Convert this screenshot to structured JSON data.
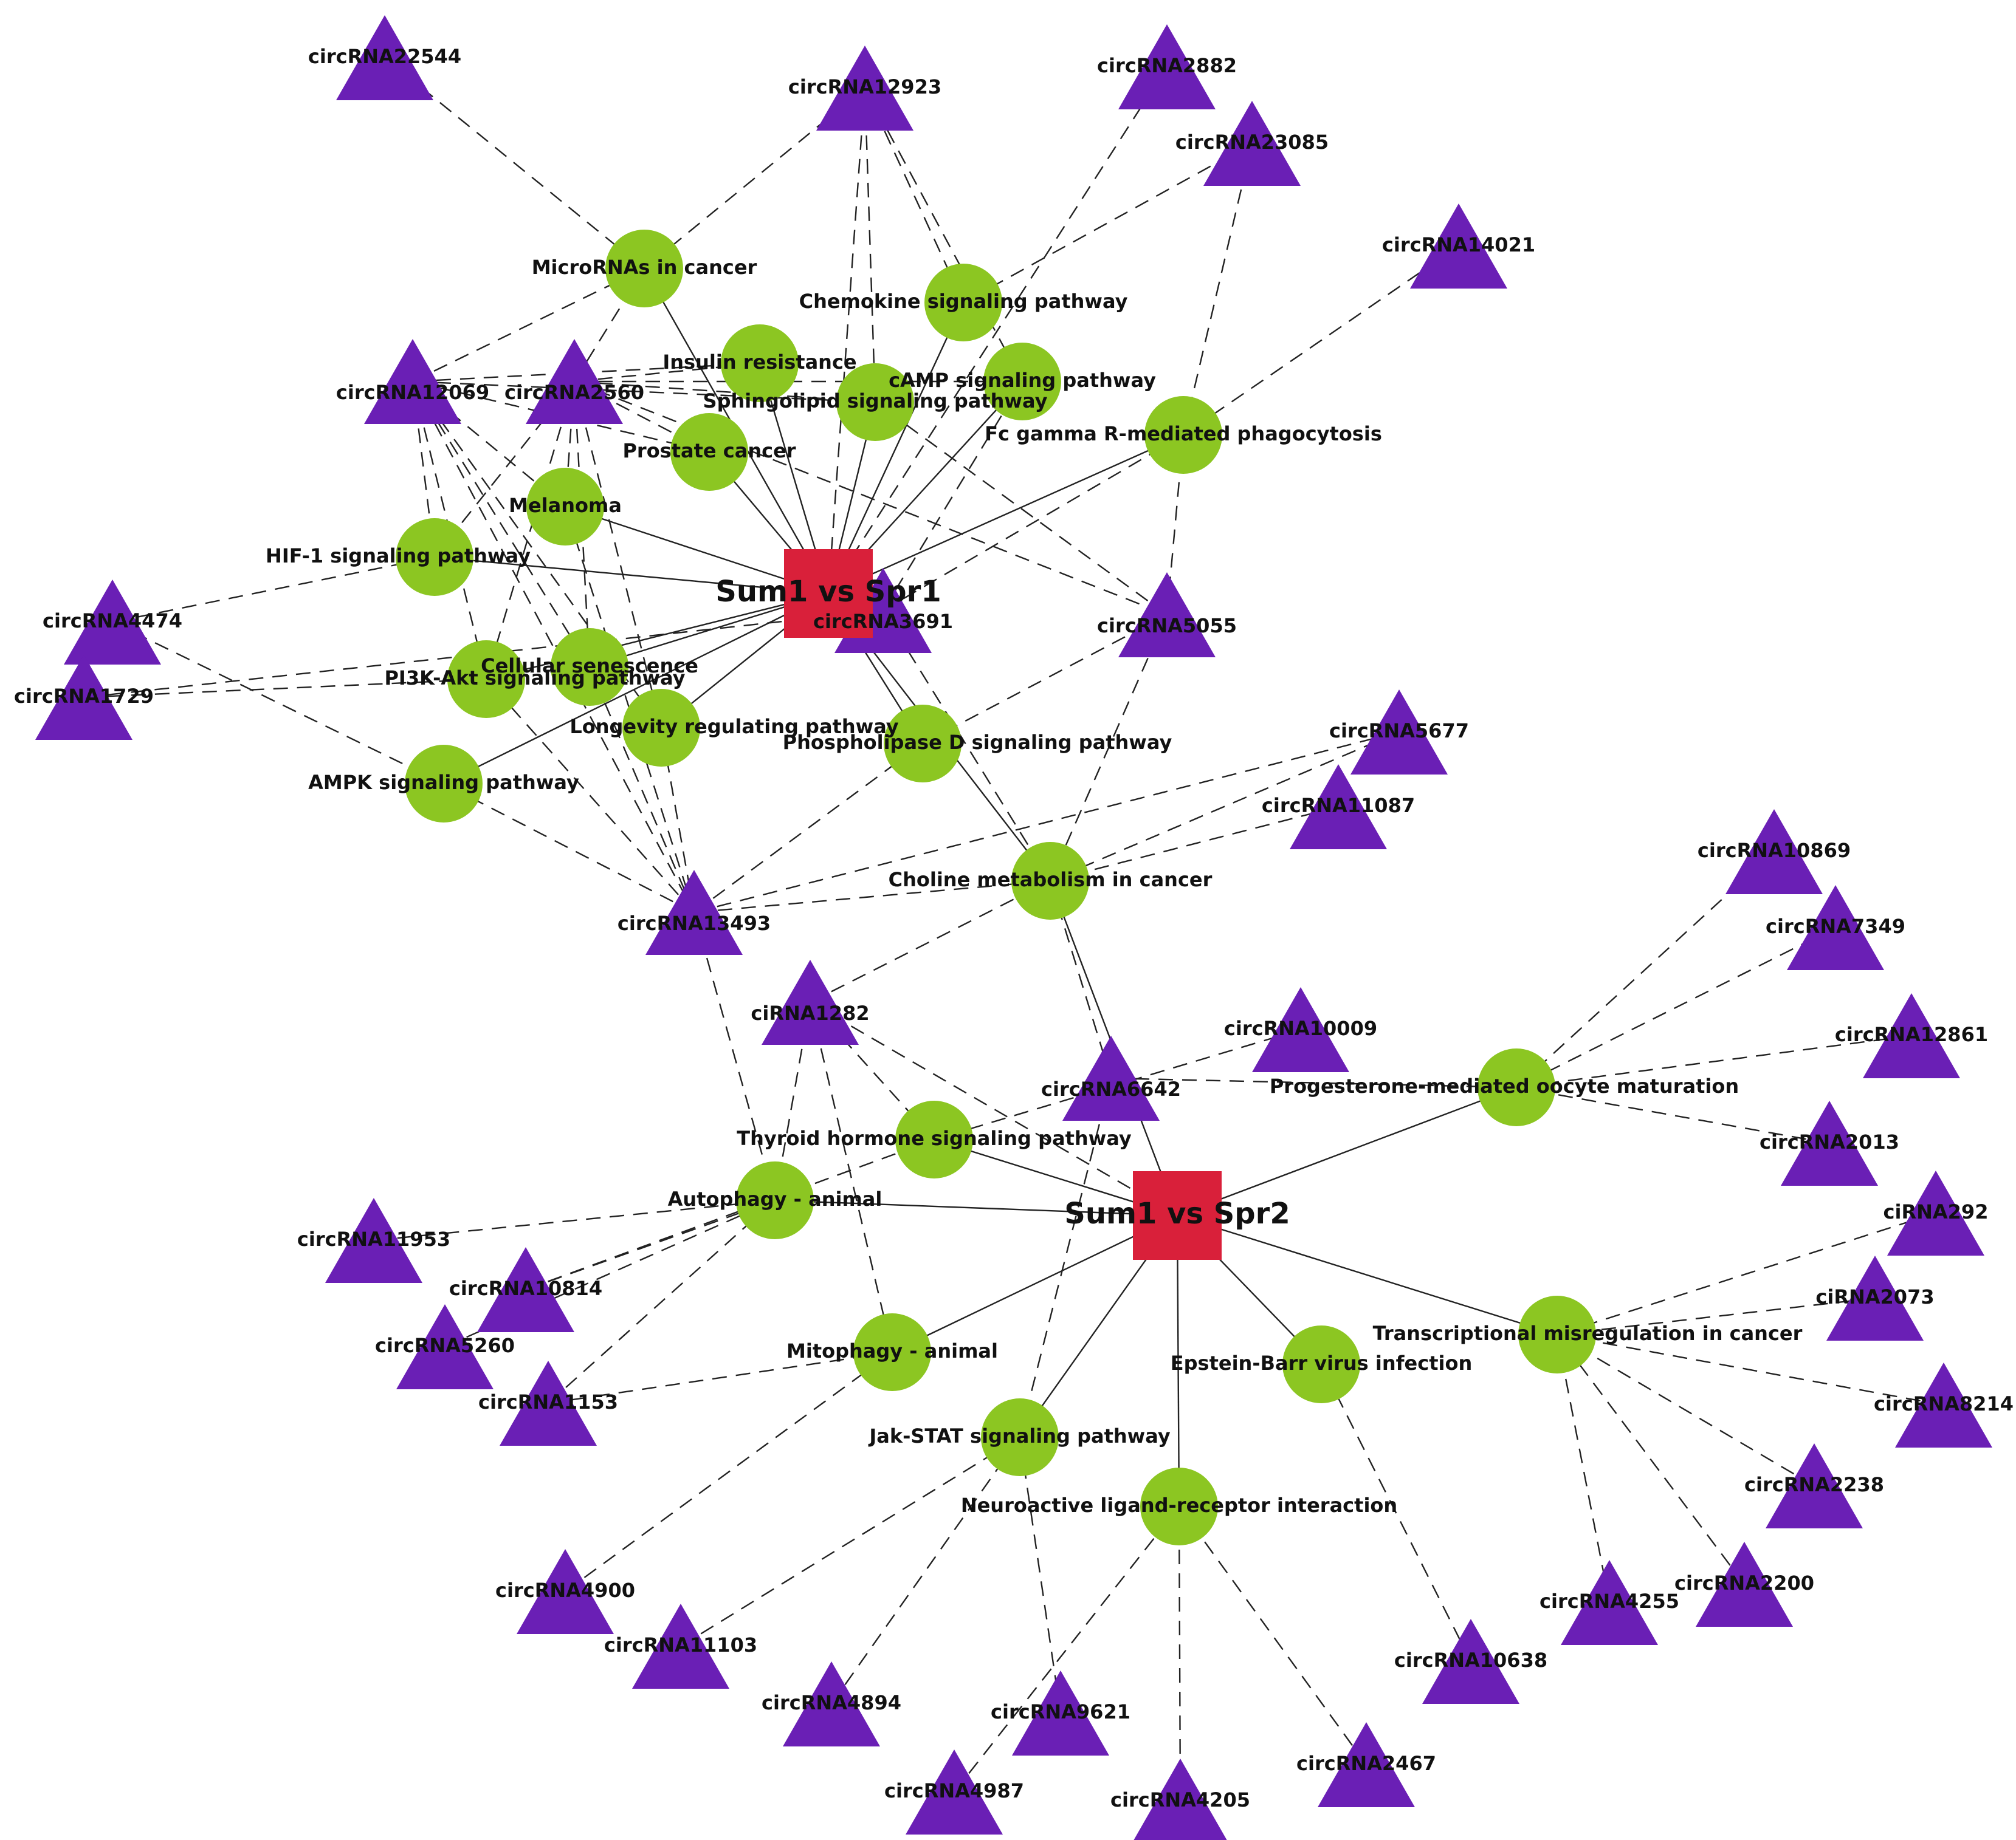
{
  "colors": {
    "hub": "#d9203a",
    "pathway": "#8cc622",
    "circrna": "#6a1fb5",
    "edge": "#222222",
    "background": "#ffffff"
  },
  "shapes": {
    "hub": "square",
    "pathway": "circle",
    "circrna": "triangle"
  },
  "hubs": [
    {
      "id": "S1",
      "label": "Sum1 vs Spr1"
    },
    {
      "id": "S2",
      "label": "Sum1 vs Spr2"
    }
  ],
  "pathways": [
    {
      "id": "mir",
      "label": "MicroRNAs in cancer"
    },
    {
      "id": "chemo",
      "label": "Chemokine signaling pathway"
    },
    {
      "id": "insulin",
      "label": "Insulin resistance"
    },
    {
      "id": "camp",
      "label": "cAMP signaling pathway"
    },
    {
      "id": "sphingo",
      "label": "Sphingolipid signaling pathway"
    },
    {
      "id": "prostate",
      "label": "Prostate cancer"
    },
    {
      "id": "fcg",
      "label": "Fc gamma R-mediated phagocytosis"
    },
    {
      "id": "melanoma",
      "label": "Melanoma"
    },
    {
      "id": "hif",
      "label": "HIF-1 signaling pathway"
    },
    {
      "id": "senes",
      "label": "Cellular senescence"
    },
    {
      "id": "pi3k",
      "label": "PI3K-Akt signaling pathway"
    },
    {
      "id": "longev",
      "label": "Longevity regulating pathway"
    },
    {
      "id": "pld",
      "label": "Phospholipase D signaling pathway"
    },
    {
      "id": "ampk",
      "label": "AMPK signaling pathway"
    },
    {
      "id": "choline",
      "label": "Choline metabolism in cancer"
    },
    {
      "id": "prog",
      "label": "Progesterone-mediated oocyte maturation"
    },
    {
      "id": "thyroid",
      "label": "Thyroid hormone signaling pathway"
    },
    {
      "id": "autoph",
      "label": "Autophagy - animal"
    },
    {
      "id": "mitoph",
      "label": "Mitophagy - animal"
    },
    {
      "id": "trans",
      "label": "Transcriptional misregulation in cancer"
    },
    {
      "id": "ebv",
      "label": "Epstein-Barr virus infection"
    },
    {
      "id": "jak",
      "label": "Jak-STAT signaling pathway"
    },
    {
      "id": "neuro",
      "label": "Neuroactive ligand-receptor interaction"
    }
  ],
  "circrnas": [
    {
      "id": "c22544",
      "label": "circRNA22544"
    },
    {
      "id": "c12923",
      "label": "circRNA12923"
    },
    {
      "id": "c2882",
      "label": "circRNA2882"
    },
    {
      "id": "c23085",
      "label": "circRNA23085"
    },
    {
      "id": "c14021",
      "label": "circRNA14021"
    },
    {
      "id": "c12069",
      "label": "circRNA12069"
    },
    {
      "id": "c2560",
      "label": "circRNA2560"
    },
    {
      "id": "c4474",
      "label": "circRNA4474"
    },
    {
      "id": "c1729",
      "label": "circRNA1729"
    },
    {
      "id": "c3691",
      "label": "circRNA3691"
    },
    {
      "id": "c5055",
      "label": "circRNA5055"
    },
    {
      "id": "c5677",
      "label": "circRNA5677"
    },
    {
      "id": "c11087",
      "label": "circRNA11087"
    },
    {
      "id": "c13493",
      "label": "circRNA13493"
    },
    {
      "id": "c10869",
      "label": "circRNA10869"
    },
    {
      "id": "c7349",
      "label": "circRNA7349"
    },
    {
      "id": "c12861",
      "label": "circRNA12861"
    },
    {
      "id": "c2013",
      "label": "circRNA2013"
    },
    {
      "id": "c1282",
      "label": "ciRNA1282"
    },
    {
      "id": "c10009",
      "label": "circRNA10009"
    },
    {
      "id": "c6642",
      "label": "circRNA6642"
    },
    {
      "id": "c292",
      "label": "ciRNA292"
    },
    {
      "id": "c2073",
      "label": "ciRNA2073"
    },
    {
      "id": "c8214",
      "label": "circRNA8214"
    },
    {
      "id": "c2238",
      "label": "circRNA2238"
    },
    {
      "id": "c2200",
      "label": "circRNA2200"
    },
    {
      "id": "c4255",
      "label": "circRNA4255"
    },
    {
      "id": "c11953",
      "label": "circRNA11953"
    },
    {
      "id": "c10814",
      "label": "circRNA10814"
    },
    {
      "id": "c5260",
      "label": "circRNA5260"
    },
    {
      "id": "c1153",
      "label": "circRNA1153"
    },
    {
      "id": "c4900",
      "label": "circRNA4900"
    },
    {
      "id": "c11103",
      "label": "circRNA11103"
    },
    {
      "id": "c4894",
      "label": "circRNA4894"
    },
    {
      "id": "c9621",
      "label": "circRNA9621"
    },
    {
      "id": "c4987",
      "label": "circRNA4987"
    },
    {
      "id": "c4205",
      "label": "circRNA4205"
    },
    {
      "id": "c2467",
      "label": "circRNA2467"
    },
    {
      "id": "c10638",
      "label": "circRNA10638"
    }
  ],
  "edges": [
    {
      "from": "S1",
      "to": "mir",
      "style": "solid"
    },
    {
      "from": "S1",
      "to": "chemo",
      "style": "solid"
    },
    {
      "from": "S1",
      "to": "insulin",
      "style": "solid"
    },
    {
      "from": "S1",
      "to": "camp",
      "style": "solid"
    },
    {
      "from": "S1",
      "to": "sphingo",
      "style": "solid"
    },
    {
      "from": "S1",
      "to": "prostate",
      "style": "solid"
    },
    {
      "from": "S1",
      "to": "fcg",
      "style": "solid"
    },
    {
      "from": "S1",
      "to": "melanoma",
      "style": "solid"
    },
    {
      "from": "S1",
      "to": "hif",
      "style": "solid"
    },
    {
      "from": "S1",
      "to": "senes",
      "style": "solid"
    },
    {
      "from": "S1",
      "to": "pi3k",
      "style": "solid"
    },
    {
      "from": "S1",
      "to": "longev",
      "style": "solid"
    },
    {
      "from": "S1",
      "to": "pld",
      "style": "solid"
    },
    {
      "from": "S1",
      "to": "ampk",
      "style": "solid"
    },
    {
      "from": "S1",
      "to": "choline",
      "style": "solid"
    },
    {
      "from": "S2",
      "to": "choline",
      "style": "solid"
    },
    {
      "from": "S2",
      "to": "prog",
      "style": "solid"
    },
    {
      "from": "S2",
      "to": "thyroid",
      "style": "solid"
    },
    {
      "from": "S2",
      "to": "autoph",
      "style": "solid"
    },
    {
      "from": "S2",
      "to": "mitoph",
      "style": "solid"
    },
    {
      "from": "S2",
      "to": "trans",
      "style": "solid"
    },
    {
      "from": "S2",
      "to": "ebv",
      "style": "solid"
    },
    {
      "from": "S2",
      "to": "jak",
      "style": "solid"
    },
    {
      "from": "S2",
      "to": "neuro",
      "style": "solid"
    },
    {
      "from": "c22544",
      "to": "mir",
      "style": "dashed"
    },
    {
      "from": "c12923",
      "to": "mir",
      "style": "dashed"
    },
    {
      "from": "c12923",
      "to": "chemo",
      "style": "dashed"
    },
    {
      "from": "c12923",
      "to": "camp",
      "style": "dashed"
    },
    {
      "from": "c12923",
      "to": "sphingo",
      "style": "dashed"
    },
    {
      "from": "c12923",
      "to": "S1",
      "style": "dashed"
    },
    {
      "from": "c2882",
      "to": "S1",
      "style": "dashed"
    },
    {
      "from": "c23085",
      "to": "chemo",
      "style": "dashed"
    },
    {
      "from": "c23085",
      "to": "fcg",
      "style": "dashed"
    },
    {
      "from": "c14021",
      "to": "fcg",
      "style": "dashed"
    },
    {
      "from": "c12069",
      "to": "mir",
      "style": "dashed"
    },
    {
      "from": "c12069",
      "to": "insulin",
      "style": "dashed"
    },
    {
      "from": "c12069",
      "to": "sphingo",
      "style": "dashed"
    },
    {
      "from": "c12069",
      "to": "prostate",
      "style": "dashed"
    },
    {
      "from": "c12069",
      "to": "melanoma",
      "style": "dashed"
    },
    {
      "from": "c12069",
      "to": "hif",
      "style": "dashed"
    },
    {
      "from": "c12069",
      "to": "senes",
      "style": "dashed"
    },
    {
      "from": "c12069",
      "to": "pi3k",
      "style": "dashed"
    },
    {
      "from": "c12069",
      "to": "longev",
      "style": "dashed"
    },
    {
      "from": "c12069",
      "to": "c13493",
      "style": "dashed"
    },
    {
      "from": "c2560",
      "to": "mir",
      "style": "dashed"
    },
    {
      "from": "c2560",
      "to": "insulin",
      "style": "dashed"
    },
    {
      "from": "c2560",
      "to": "sphingo",
      "style": "dashed"
    },
    {
      "from": "c2560",
      "to": "camp",
      "style": "dashed"
    },
    {
      "from": "c2560",
      "to": "prostate",
      "style": "dashed"
    },
    {
      "from": "c2560",
      "to": "melanoma",
      "style": "dashed"
    },
    {
      "from": "c2560",
      "to": "hif",
      "style": "dashed"
    },
    {
      "from": "c2560",
      "to": "senes",
      "style": "dashed"
    },
    {
      "from": "c2560",
      "to": "pi3k",
      "style": "dashed"
    },
    {
      "from": "c2560",
      "to": "longev",
      "style": "dashed"
    },
    {
      "from": "c2560",
      "to": "c5055",
      "style": "dashed"
    },
    {
      "from": "c4474",
      "to": "hif",
      "style": "dashed"
    },
    {
      "from": "c4474",
      "to": "ampk",
      "style": "dashed"
    },
    {
      "from": "c1729",
      "to": "pi3k",
      "style": "dashed"
    },
    {
      "from": "c1729",
      "to": "c3691",
      "style": "dashed"
    },
    {
      "from": "c3691",
      "to": "fcg",
      "style": "dashed"
    },
    {
      "from": "c3691",
      "to": "camp",
      "style": "dashed"
    },
    {
      "from": "c3691",
      "to": "choline",
      "style": "dashed"
    },
    {
      "from": "c5055",
      "to": "sphingo",
      "style": "dashed"
    },
    {
      "from": "c5055",
      "to": "fcg",
      "style": "dashed"
    },
    {
      "from": "c5055",
      "to": "pld",
      "style": "dashed"
    },
    {
      "from": "c5055",
      "to": "choline",
      "style": "dashed"
    },
    {
      "from": "c5677",
      "to": "choline",
      "style": "dashed"
    },
    {
      "from": "c11087",
      "to": "choline",
      "style": "dashed"
    },
    {
      "from": "c13493",
      "to": "melanoma",
      "style": "dashed"
    },
    {
      "from": "c13493",
      "to": "senes",
      "style": "dashed"
    },
    {
      "from": "c13493",
      "to": "pi3k",
      "style": "dashed"
    },
    {
      "from": "c13493",
      "to": "longev",
      "style": "dashed"
    },
    {
      "from": "c13493",
      "to": "ampk",
      "style": "dashed"
    },
    {
      "from": "c13493",
      "to": "pld",
      "style": "dashed"
    },
    {
      "from": "c13493",
      "to": "choline",
      "style": "dashed"
    },
    {
      "from": "c13493",
      "to": "autoph",
      "style": "dashed"
    },
    {
      "from": "c13493",
      "to": "c5677",
      "style": "dashed"
    },
    {
      "from": "c1282",
      "to": "choline",
      "style": "dashed"
    },
    {
      "from": "c1282",
      "to": "thyroid",
      "style": "dashed"
    },
    {
      "from": "c1282",
      "to": "autoph",
      "style": "dashed"
    },
    {
      "from": "c1282",
      "to": "mitoph",
      "style": "dashed"
    },
    {
      "from": "c1282",
      "to": "S2",
      "style": "dashed"
    },
    {
      "from": "c10009",
      "to": "thyroid",
      "style": "dashed"
    },
    {
      "from": "c6642",
      "to": "choline",
      "style": "dashed"
    },
    {
      "from": "c6642",
      "to": "prog",
      "style": "dashed"
    },
    {
      "from": "c6642",
      "to": "jak",
      "style": "dashed"
    },
    {
      "from": "c10869",
      "to": "prog",
      "style": "dashed"
    },
    {
      "from": "c7349",
      "to": "prog",
      "style": "dashed"
    },
    {
      "from": "c12861",
      "to": "prog",
      "style": "dashed"
    },
    {
      "from": "c2013",
      "to": "prog",
      "style": "dashed"
    },
    {
      "from": "c292",
      "to": "trans",
      "style": "dashed"
    },
    {
      "from": "c2073",
      "to": "trans",
      "style": "dashed"
    },
    {
      "from": "c8214",
      "to": "trans",
      "style": "dashed"
    },
    {
      "from": "c2238",
      "to": "trans",
      "style": "dashed"
    },
    {
      "from": "c2200",
      "to": "trans",
      "style": "dashed"
    },
    {
      "from": "c4255",
      "to": "trans",
      "style": "dashed"
    },
    {
      "from": "c11953",
      "to": "autoph",
      "style": "dashed"
    },
    {
      "from": "c10814",
      "to": "autoph",
      "style": "dashed"
    },
    {
      "from": "c10814",
      "to": "thyroid",
      "style": "dashed"
    },
    {
      "from": "c5260",
      "to": "autoph",
      "style": "dashed"
    },
    {
      "from": "c1153",
      "to": "autoph",
      "style": "dashed"
    },
    {
      "from": "c1153",
      "to": "mitoph",
      "style": "dashed"
    },
    {
      "from": "c4900",
      "to": "mitoph",
      "style": "dashed"
    },
    {
      "from": "c11103",
      "to": "jak",
      "style": "dashed"
    },
    {
      "from": "c4894",
      "to": "jak",
      "style": "dashed"
    },
    {
      "from": "c9621",
      "to": "jak",
      "style": "dashed"
    },
    {
      "from": "c4987",
      "to": "neuro",
      "style": "dashed"
    },
    {
      "from": "c4205",
      "to": "neuro",
      "style": "dashed"
    },
    {
      "from": "c2467",
      "to": "neuro",
      "style": "dashed"
    },
    {
      "from": "c10638",
      "to": "ebv",
      "style": "dashed"
    }
  ]
}
